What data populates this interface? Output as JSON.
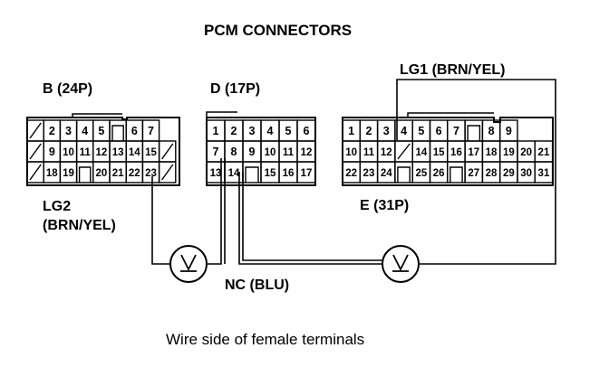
{
  "title": "PCM CONNECTORS",
  "caption": "Wire side of female terminals",
  "connectors": {
    "b": {
      "label": "B (24P)",
      "rows": [
        [
          "/",
          "2",
          "3",
          "4",
          "5",
          "",
          "6",
          "7"
        ],
        [
          "/",
          "9",
          "10",
          "11",
          "12",
          "13",
          "14",
          "15",
          "/"
        ],
        [
          "/",
          "18",
          "19",
          "",
          "20",
          "21",
          "22",
          "23",
          "/"
        ]
      ]
    },
    "d": {
      "label": "D (17P)",
      "rows": [
        [
          "1",
          "2",
          "3",
          "4",
          "5",
          "6"
        ],
        [
          "7",
          "8",
          "9",
          "10",
          "11",
          "12"
        ],
        [
          "13",
          "14",
          "",
          "15",
          "16",
          "17"
        ]
      ]
    },
    "e": {
      "label": "E (31P)",
      "rows": [
        [
          "1",
          "2",
          "3",
          "4",
          "5",
          "6",
          "7",
          "",
          "8",
          "9"
        ],
        [
          "10",
          "11",
          "12",
          "/",
          "14",
          "15",
          "16",
          "17",
          "18",
          "19",
          "20",
          "21"
        ],
        [
          "22",
          "23",
          "24",
          "",
          "25",
          "26",
          "",
          "27",
          "28",
          "29",
          "30",
          "31"
        ]
      ]
    }
  },
  "wires": {
    "lg1": "LG1 (BRN/YEL)",
    "lg2_line1": "LG2",
    "lg2_line2": "(BRN/YEL)",
    "nc": "NC (BLU)"
  },
  "meter_icon": "voltmeter-icon"
}
